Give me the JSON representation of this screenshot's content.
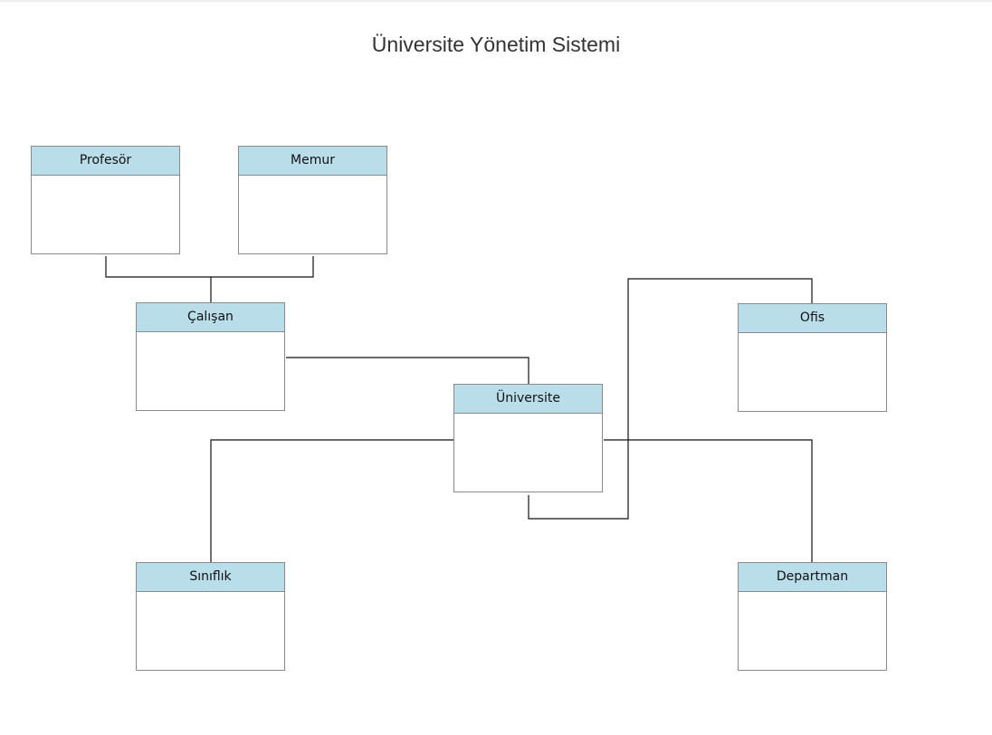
{
  "title": "Üniversite Yönetim Sistemi",
  "colors": {
    "header_fill": "#b9dde9",
    "border": "#8a8a8a",
    "line": "#111111"
  },
  "entities": {
    "profesor": {
      "label": "Profesör"
    },
    "memur": {
      "label": "Memur"
    },
    "calisan": {
      "label": "Çalışan"
    },
    "universite": {
      "label": "Üniversite"
    },
    "ofis": {
      "label": "Ofis"
    },
    "siniflik": {
      "label": "Sınıflık"
    },
    "departman": {
      "label": "Departman"
    }
  }
}
